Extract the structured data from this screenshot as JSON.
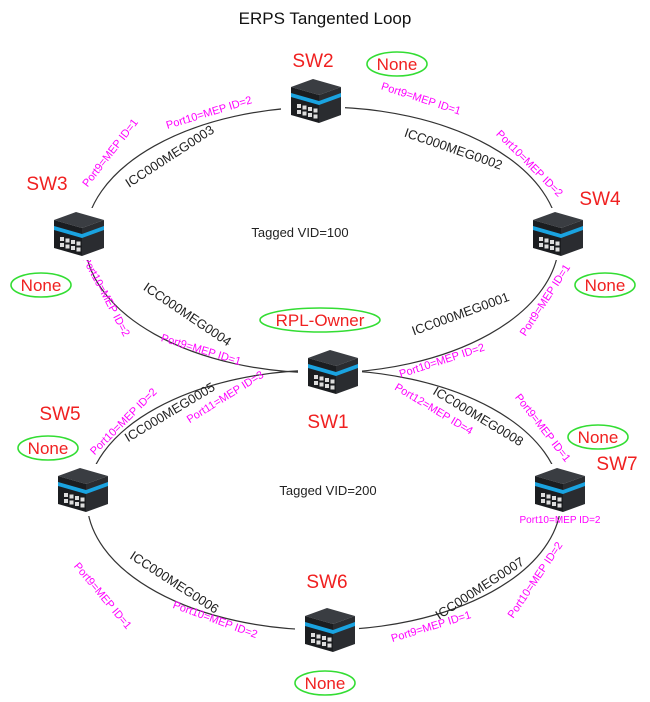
{
  "title": "ERPS Tangented Loop",
  "colors": {
    "switch_name": "#f02020",
    "port_label": "#ff00ff",
    "role_oval": "#33dd33",
    "ring_line": "#333333",
    "switch_stripe": "#1aa3e0"
  },
  "rings": [
    {
      "vlan_label": "Tagged VID=100"
    },
    {
      "vlan_label": "Tagged VID=200"
    }
  ],
  "switches": [
    {
      "name": "SW1",
      "role": "RPL-Owner",
      "icon": "industrial-switch-icon"
    },
    {
      "name": "SW2",
      "role": "None",
      "icon": "industrial-switch-icon"
    },
    {
      "name": "SW3",
      "role": "None",
      "icon": "industrial-switch-icon"
    },
    {
      "name": "SW4",
      "role": "None",
      "icon": "industrial-switch-icon"
    },
    {
      "name": "SW5",
      "role": "None",
      "icon": "industrial-switch-icon"
    },
    {
      "name": "SW6",
      "role": "None",
      "icon": "industrial-switch-icon"
    },
    {
      "name": "SW7",
      "role": "None",
      "icon": "industrial-switch-icon"
    }
  ],
  "meg_labels": [
    "ICC000MEG0003",
    "ICC000MEG0002",
    "ICC000MEG0004",
    "ICC000MEG0001",
    "ICC000MEG0005",
    "ICC000MEG0008",
    "ICC000MEG0006",
    "ICC000MEG0007"
  ],
  "port_labels": [
    "Port10=MEP ID=2",
    "Port9=MEP ID=1",
    "Port9=MEP ID=1",
    "Port10=MEP ID=2",
    "Port10=MEP ID=2",
    "Port9=MEP ID=1",
    "Port10=MEP ID=2",
    "Port9=MEP ID=1",
    "Port10=MEP ID=2",
    "Port11=MEP ID=3",
    "Port12=MEP ID=4",
    "Port9=MEP ID=1",
    "Port10=MEP ID=2",
    "Port9=MEP ID=1",
    "Port10=MEP ID=2",
    "Port9=MEP ID=1",
    "Port10=MEP ID=2"
  ]
}
